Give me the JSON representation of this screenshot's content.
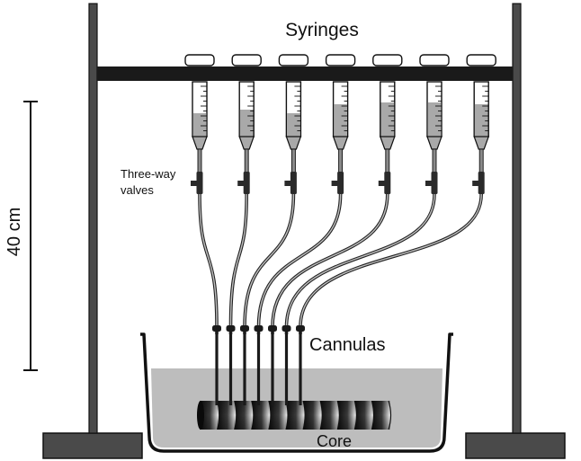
{
  "labels": {
    "syringes": "Syringes",
    "three_way_valves_line1": "Three-way",
    "three_way_valves_line2": "valves",
    "cannulas": "Cannulas",
    "core": "Core",
    "scale": "40 cm"
  },
  "colors": {
    "frame": "#4a4a4a",
    "water": "#bdbdbd",
    "syringe_fluid": "#a9a9a9",
    "outline": "#111111",
    "background": "#ffffff"
  },
  "counts": {
    "syringes": 7,
    "cannulas": 7,
    "core_segments": 11
  }
}
